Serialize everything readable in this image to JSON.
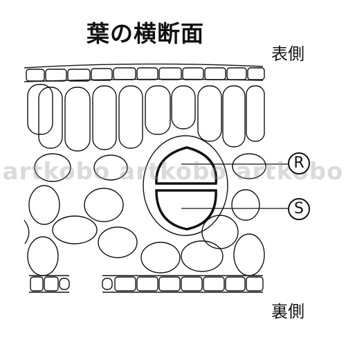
{
  "title": "葉の横断面",
  "labels": {
    "top": "表側",
    "bottom": "裏側"
  },
  "markers": {
    "r": "R",
    "s": "S"
  },
  "watermark": "artkobo artkobo artkobo",
  "colors": {
    "line": "#111111",
    "background": "#ffffff"
  }
}
